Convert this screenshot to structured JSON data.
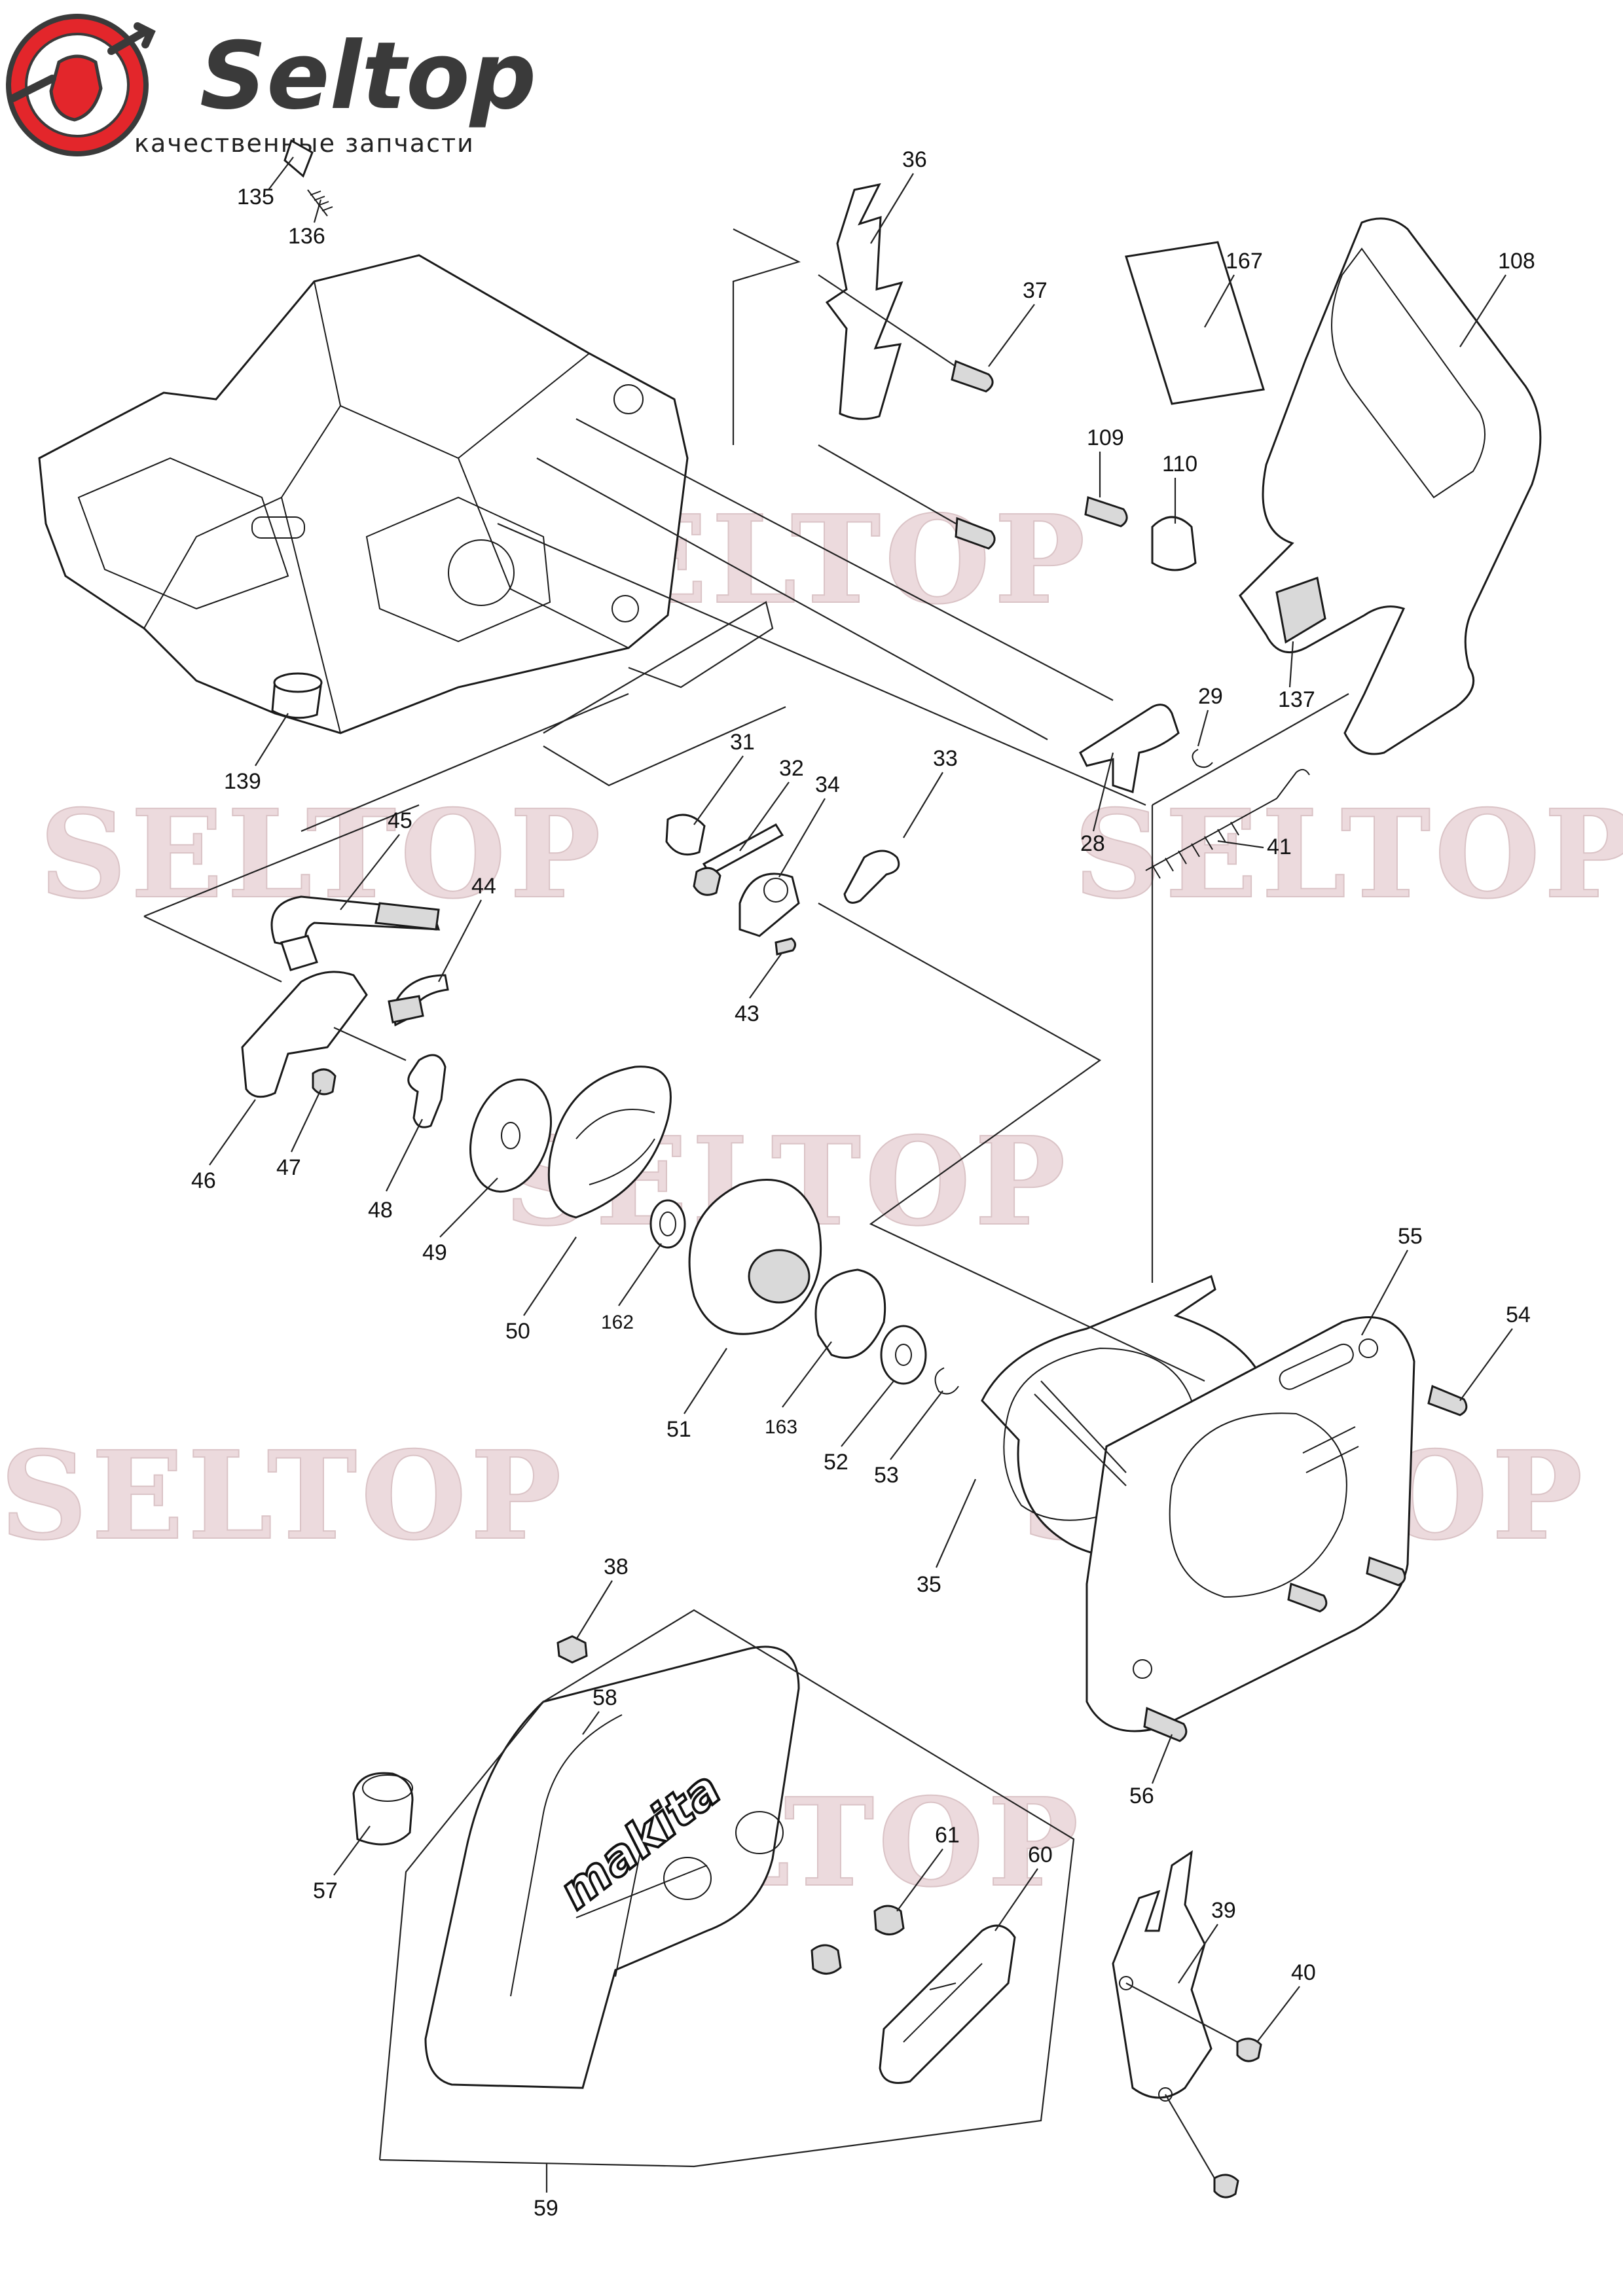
{
  "brand": {
    "name": "Seltop",
    "tagline": "качественные запчасти",
    "accent_color": "#e3262b"
  },
  "watermark_text": "SELTOP",
  "cover_logo_text": "makita",
  "callouts": [
    "135",
    "136",
    "36",
    "37",
    "167",
    "108",
    "109",
    "110",
    "137",
    "139",
    "31",
    "32",
    "34",
    "33",
    "29",
    "28",
    "41",
    "45",
    "44",
    "43",
    "46",
    "47",
    "48",
    "49",
    "50",
    "162",
    "51",
    "163",
    "52",
    "53",
    "35",
    "55",
    "54",
    "56",
    "38",
    "58",
    "57",
    "61",
    "60",
    "39",
    "40",
    "59"
  ]
}
